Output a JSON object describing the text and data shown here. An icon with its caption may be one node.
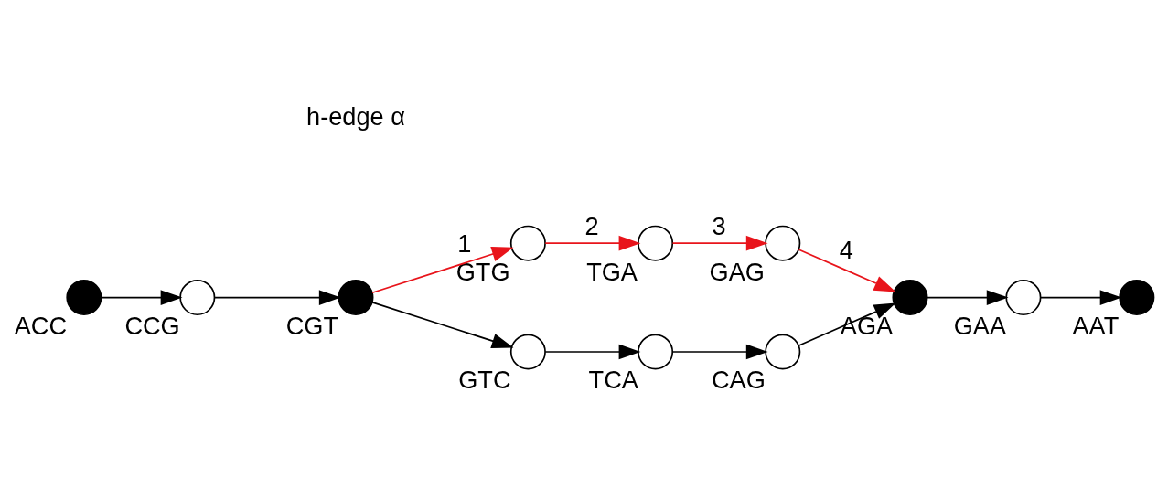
{
  "diagram": {
    "nodes": [
      {
        "text": [
          "ACC"
        ]
      },
      {
        "text": [
          "CCG"
        ]
      },
      {
        "text": [
          "CGT"
        ]
      },
      {
        "text": [
          "GTG"
        ]
      },
      {
        "text": [
          "TGA"
        ]
      },
      {
        "text": [
          "GAG"
        ]
      },
      {
        "text": [
          "GTC"
        ]
      },
      {
        "text": [
          "TCA"
        ]
      },
      {
        "text": [
          "CAG"
        ]
      },
      {
        "text": [
          "AGA"
        ]
      },
      {
        "text": [
          "GAA"
        ]
      },
      {
        "text": [
          "AAT"
        ]
      }
    ],
    "edges": [
      {
        "from": 0,
        "to": 1,
        "arrow": "to"
      },
      {
        "from": 1,
        "to": 2,
        "arrow": "to"
      },
      {
        "from": 2,
        "to": 3,
        "arrow": "to",
        "label": "1",
        "color": "#e8141b"
      },
      {
        "from": 3,
        "to": 4,
        "arrow": "to",
        "label": "2",
        "color": "#e8141b"
      },
      {
        "from": 4,
        "to": 5,
        "arrow": "to",
        "label": "3",
        "color": "#e8141b"
      },
      {
        "from": 5,
        "to": 9,
        "arrow": "to",
        "label": "4",
        "color": "#e8141b"
      },
      {
        "from": 2,
        "to": 6,
        "arrow": "to"
      },
      {
        "from": 6,
        "to": 7,
        "arrow": "to"
      },
      {
        "from": 7,
        "to": 8,
        "arrow": "to"
      },
      {
        "from": 8,
        "to": 9,
        "arrow": "to"
      },
      {
        "from": 9,
        "to": 10,
        "arrow": "to"
      },
      {
        "from": 10,
        "to": 11,
        "arrow": "to"
      }
    ],
    "labels": [
      "h-edge α"
    ]
  }
}
